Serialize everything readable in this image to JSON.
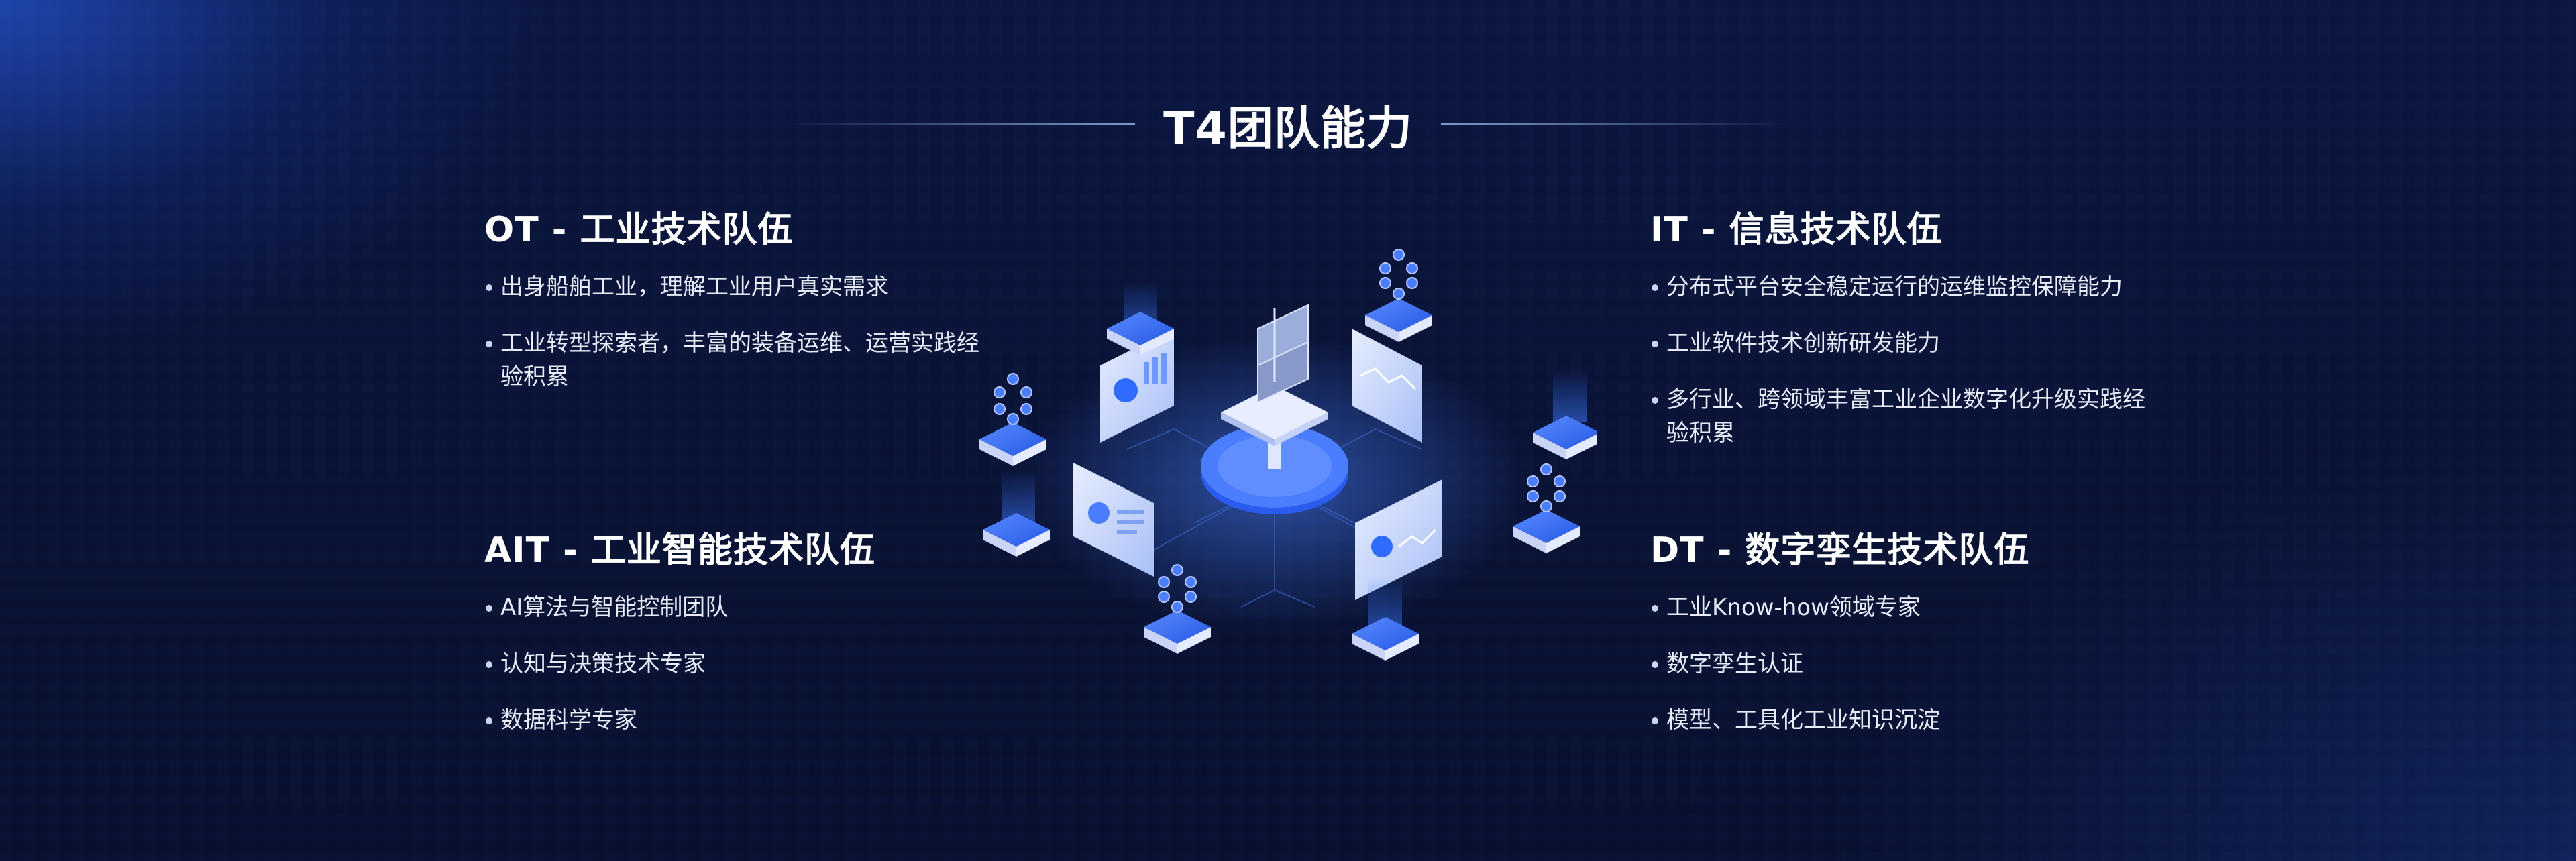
{
  "title": "T4团队能力",
  "sections": {
    "ot": {
      "heading": "OT - 工业技术队伍",
      "items": [
        "出身船舶工业，理解工业用户真实需求",
        "工业转型探索者，丰富的装备运维、运营实践经验积累"
      ]
    },
    "ait": {
      "heading": "AIT - 工业智能技术队伍",
      "items": [
        "AI算法与智能控制团队",
        "认知与决策技术专家",
        "数据科学专家"
      ]
    },
    "it": {
      "heading": "IT - 信息技术队伍",
      "items": [
        "分布式平台安全稳定运行的运维监控保障能力",
        "工业软件技术创新研发能力",
        "多行业、跨领域丰富工业企业数字化升级实践经验积累"
      ]
    },
    "dt": {
      "heading": "DT - 数字孪生技术队伍",
      "items": [
        "工业Know-how领域专家",
        "数字孪生认证",
        "模型、工具化工业知识沉淀"
      ]
    }
  },
  "colors": {
    "background": "#081030",
    "accent_blue": "#2f6bff",
    "panel_light": "#c9d8ff",
    "text": "#ffffff"
  }
}
